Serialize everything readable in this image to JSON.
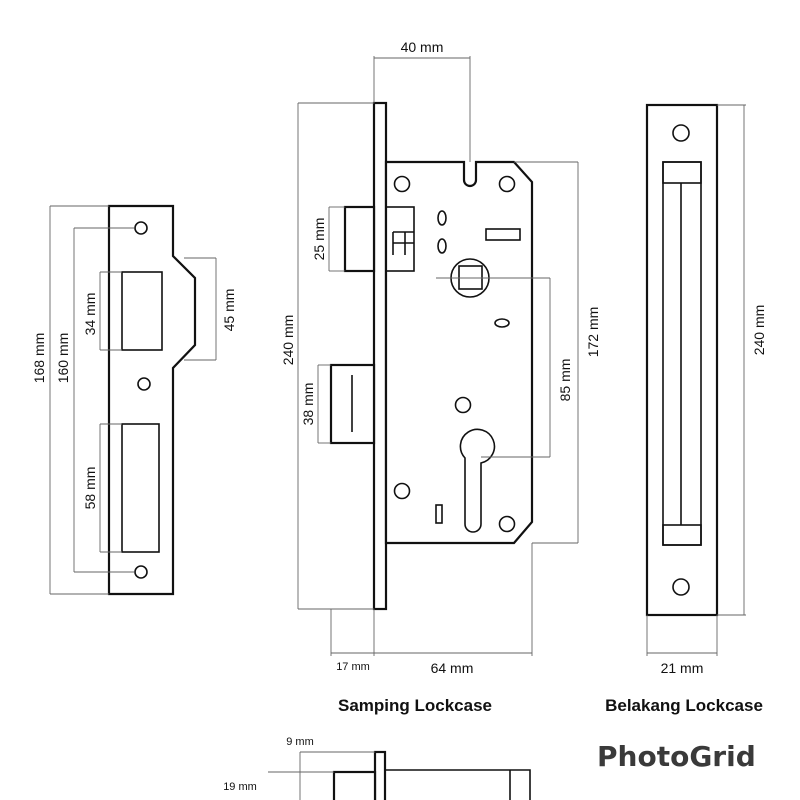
{
  "dimensions": {
    "strike_total": "168 mm",
    "strike_inner": "160 mm",
    "strike_upper_slot": "34 mm",
    "strike_lower_slot": "58 mm",
    "strike_lip": "45 mm",
    "case_width": "40 mm",
    "case_latch": "25 mm",
    "case_faceplate_height": "240 mm",
    "case_deadbolt": "38 mm",
    "case_body_height": "172 mm",
    "case_center_distance": "85 mm",
    "case_faceplate_depth": "17 mm",
    "case_backset": "64 mm",
    "back_height": "240 mm",
    "back_width": "21 mm",
    "bottom_small": "9 mm",
    "bottom_latch": "19 mm"
  },
  "captions": {
    "side": "Samping Lockcase",
    "back": "Belakang Lockcase"
  },
  "watermark": "PhotoGrid"
}
